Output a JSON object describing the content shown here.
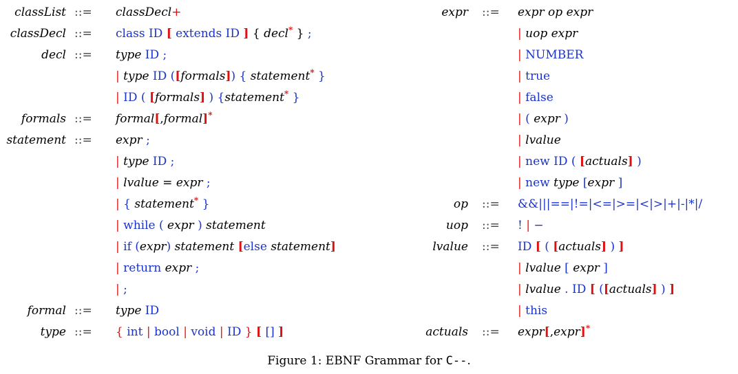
{
  "definition_symbol": "::=",
  "caption": {
    "prefix": "Figure 1: EBNF Grammar for ",
    "language": "C--",
    "suffix": "."
  },
  "left_rules": [
    {
      "name": "classList",
      "alts": [
        [
          {
            "t": "classDecl",
            "c": "i"
          },
          {
            "t": "+",
            "c": "r"
          }
        ]
      ]
    },
    {
      "name": "classDecl",
      "alts": [
        [
          {
            "t": "class ID ",
            "c": "b"
          },
          {
            "t": "[",
            "c": "rb"
          },
          {
            "t": " extends ID ",
            "c": "b"
          },
          {
            "t": "]",
            "c": "rb"
          },
          {
            "t": " { ",
            "c": "k"
          },
          {
            "t": "decl",
            "c": "i"
          },
          {
            "t": "*",
            "c": "rb",
            "sup": true
          },
          {
            "t": " } ",
            "c": "k"
          },
          {
            "t": ";",
            "c": "b"
          }
        ]
      ]
    },
    {
      "name": "decl",
      "alts": [
        [
          {
            "t": "type",
            "c": "i"
          },
          {
            "t": " ID ;",
            "c": "b"
          }
        ],
        [
          {
            "t": "| ",
            "c": "r"
          },
          {
            "t": "type",
            "c": "i"
          },
          {
            "t": " ID (",
            "c": "b"
          },
          {
            "t": "[",
            "c": "rb"
          },
          {
            "t": "formals",
            "c": "i"
          },
          {
            "t": "]",
            "c": "rb"
          },
          {
            "t": ") { ",
            "c": "b"
          },
          {
            "t": "statement",
            "c": "i"
          },
          {
            "t": "*",
            "c": "rb",
            "sup": true
          },
          {
            "t": " }",
            "c": "b"
          }
        ],
        [
          {
            "t": "| ",
            "c": "r"
          },
          {
            "t": "ID ( ",
            "c": "b"
          },
          {
            "t": "[",
            "c": "rb"
          },
          {
            "t": "formals",
            "c": "i"
          },
          {
            "t": "]",
            "c": "rb"
          },
          {
            "t": " ) {",
            "c": "b"
          },
          {
            "t": "statement",
            "c": "i"
          },
          {
            "t": "*",
            "c": "rb",
            "sup": true
          },
          {
            "t": " }",
            "c": "b"
          }
        ]
      ]
    },
    {
      "name": "formals",
      "alts": [
        [
          {
            "t": "formal",
            "c": "i"
          },
          {
            "t": "[",
            "c": "rb"
          },
          {
            "t": ",",
            "c": "k"
          },
          {
            "t": "formal",
            "c": "i"
          },
          {
            "t": "]",
            "c": "rb"
          },
          {
            "t": "*",
            "c": "rb",
            "sup": true
          }
        ]
      ]
    },
    {
      "name": "statement",
      "alts": [
        [
          {
            "t": "expr",
            "c": "i"
          },
          {
            "t": " ;",
            "c": "b"
          }
        ],
        [
          {
            "t": "| ",
            "c": "r"
          },
          {
            "t": "type",
            "c": "i"
          },
          {
            "t": " ID ;",
            "c": "b"
          }
        ],
        [
          {
            "t": "| ",
            "c": "r"
          },
          {
            "t": "lvalue",
            "c": "i"
          },
          {
            "t": " = ",
            "c": "k"
          },
          {
            "t": "expr",
            "c": "i"
          },
          {
            "t": " ;",
            "c": "b"
          }
        ],
        [
          {
            "t": "| ",
            "c": "r"
          },
          {
            "t": "{ ",
            "c": "b"
          },
          {
            "t": "statement",
            "c": "i"
          },
          {
            "t": "*",
            "c": "rb",
            "sup": true
          },
          {
            "t": " }",
            "c": "b"
          }
        ],
        [
          {
            "t": "| ",
            "c": "r"
          },
          {
            "t": "while ( ",
            "c": "b"
          },
          {
            "t": "expr",
            "c": "i"
          },
          {
            "t": " ) ",
            "c": "b"
          },
          {
            "t": "statement",
            "c": "i"
          }
        ],
        [
          {
            "t": "| ",
            "c": "r"
          },
          {
            "t": "if (",
            "c": "b"
          },
          {
            "t": "expr",
            "c": "i"
          },
          {
            "t": ") ",
            "c": "b"
          },
          {
            "t": "statement",
            "c": "i"
          },
          {
            "t": " ",
            "c": "k"
          },
          {
            "t": "[",
            "c": "rb"
          },
          {
            "t": "else ",
            "c": "b"
          },
          {
            "t": "statement",
            "c": "i"
          },
          {
            "t": "]",
            "c": "rb"
          }
        ],
        [
          {
            "t": "| ",
            "c": "r"
          },
          {
            "t": "return ",
            "c": "b"
          },
          {
            "t": "expr",
            "c": "i"
          },
          {
            "t": " ;",
            "c": "b"
          }
        ],
        [
          {
            "t": "| ",
            "c": "r"
          },
          {
            "t": ";",
            "c": "b"
          }
        ]
      ]
    },
    {
      "name": "formal",
      "alts": [
        [
          {
            "t": "type",
            "c": "i"
          },
          {
            "t": " ID",
            "c": "b"
          }
        ]
      ]
    },
    {
      "name": "type",
      "alts": [
        [
          {
            "t": "{ ",
            "c": "r"
          },
          {
            "t": "int ",
            "c": "b"
          },
          {
            "t": "| ",
            "c": "r"
          },
          {
            "t": "bool ",
            "c": "b"
          },
          {
            "t": "| ",
            "c": "r"
          },
          {
            "t": "void ",
            "c": "b"
          },
          {
            "t": "| ",
            "c": "r"
          },
          {
            "t": "ID ",
            "c": "b"
          },
          {
            "t": "}",
            "c": "r"
          },
          {
            "t": " ",
            "c": "k"
          },
          {
            "t": "[",
            "c": "rb"
          },
          {
            "t": " [] ",
            "c": "b"
          },
          {
            "t": "]",
            "c": "rb"
          }
        ]
      ]
    }
  ],
  "right_rules": [
    {
      "name": "expr",
      "alts": [
        [
          {
            "t": "expr op expr",
            "c": "i"
          }
        ],
        [
          {
            "t": "| ",
            "c": "r"
          },
          {
            "t": "uop expr",
            "c": "i"
          }
        ],
        [
          {
            "t": "| ",
            "c": "r"
          },
          {
            "t": "NUMBER",
            "c": "b"
          }
        ],
        [
          {
            "t": "| ",
            "c": "r"
          },
          {
            "t": "true",
            "c": "b"
          }
        ],
        [
          {
            "t": "| ",
            "c": "r"
          },
          {
            "t": "false",
            "c": "b"
          }
        ],
        [
          {
            "t": "| ",
            "c": "r"
          },
          {
            "t": "( ",
            "c": "b"
          },
          {
            "t": "expr",
            "c": "i"
          },
          {
            "t": " )",
            "c": "b"
          }
        ],
        [
          {
            "t": "| ",
            "c": "r"
          },
          {
            "t": "lvalue",
            "c": "i"
          }
        ],
        [
          {
            "t": "| ",
            "c": "r"
          },
          {
            "t": "new ID ( ",
            "c": "b"
          },
          {
            "t": "[",
            "c": "rb"
          },
          {
            "t": "actuals",
            "c": "i"
          },
          {
            "t": "]",
            "c": "rb"
          },
          {
            "t": " )",
            "c": "b"
          }
        ],
        [
          {
            "t": "| ",
            "c": "r"
          },
          {
            "t": "new ",
            "c": "b"
          },
          {
            "t": "type",
            "c": "i"
          },
          {
            "t": " [",
            "c": "b"
          },
          {
            "t": "expr",
            "c": "i"
          },
          {
            "t": " ]",
            "c": "b"
          }
        ]
      ]
    },
    {
      "name": "op",
      "alts": [
        [
          {
            "t": "&&|||==|!=|<=|>=|<|>|+|-|*|/",
            "c": "b"
          }
        ]
      ]
    },
    {
      "name": "uop",
      "alts": [
        [
          {
            "t": "! ",
            "c": "b"
          },
          {
            "t": "| ",
            "c": "r"
          },
          {
            "t": "−",
            "c": "b"
          }
        ]
      ]
    },
    {
      "name": "lvalue",
      "alts": [
        [
          {
            "t": "ID ",
            "c": "b"
          },
          {
            "t": "[",
            "c": "rb"
          },
          {
            "t": " ( ",
            "c": "b"
          },
          {
            "t": "[",
            "c": "rb"
          },
          {
            "t": "actuals",
            "c": "i"
          },
          {
            "t": "]",
            "c": "rb"
          },
          {
            "t": " ) ",
            "c": "b"
          },
          {
            "t": "]",
            "c": "rb"
          }
        ],
        [
          {
            "t": "| ",
            "c": "r"
          },
          {
            "t": "lvalue",
            "c": "i"
          },
          {
            "t": " [ ",
            "c": "b"
          },
          {
            "t": "expr",
            "c": "i"
          },
          {
            "t": " ]",
            "c": "b"
          }
        ],
        [
          {
            "t": "| ",
            "c": "r"
          },
          {
            "t": "lvalue",
            "c": "i"
          },
          {
            "t": " . ID ",
            "c": "b"
          },
          {
            "t": "[",
            "c": "rb"
          },
          {
            "t": " (",
            "c": "b"
          },
          {
            "t": "[",
            "c": "rb"
          },
          {
            "t": "actuals",
            "c": "i"
          },
          {
            "t": "]",
            "c": "rb"
          },
          {
            "t": " ) ",
            "c": "b"
          },
          {
            "t": "]",
            "c": "rb"
          }
        ],
        [
          {
            "t": "| ",
            "c": "r"
          },
          {
            "t": "this",
            "c": "b"
          }
        ]
      ]
    },
    {
      "name": "actuals",
      "alts": [
        [
          {
            "t": "expr",
            "c": "i"
          },
          {
            "t": "[",
            "c": "rb"
          },
          {
            "t": ",",
            "c": "k"
          },
          {
            "t": "expr",
            "c": "i"
          },
          {
            "t": "]",
            "c": "rb"
          },
          {
            "t": "*",
            "c": "rb",
            "sup": true
          }
        ]
      ]
    }
  ],
  "colors": {
    "terminal": "#1a33cc",
    "meta": "#e01010",
    "text": "#000000"
  }
}
